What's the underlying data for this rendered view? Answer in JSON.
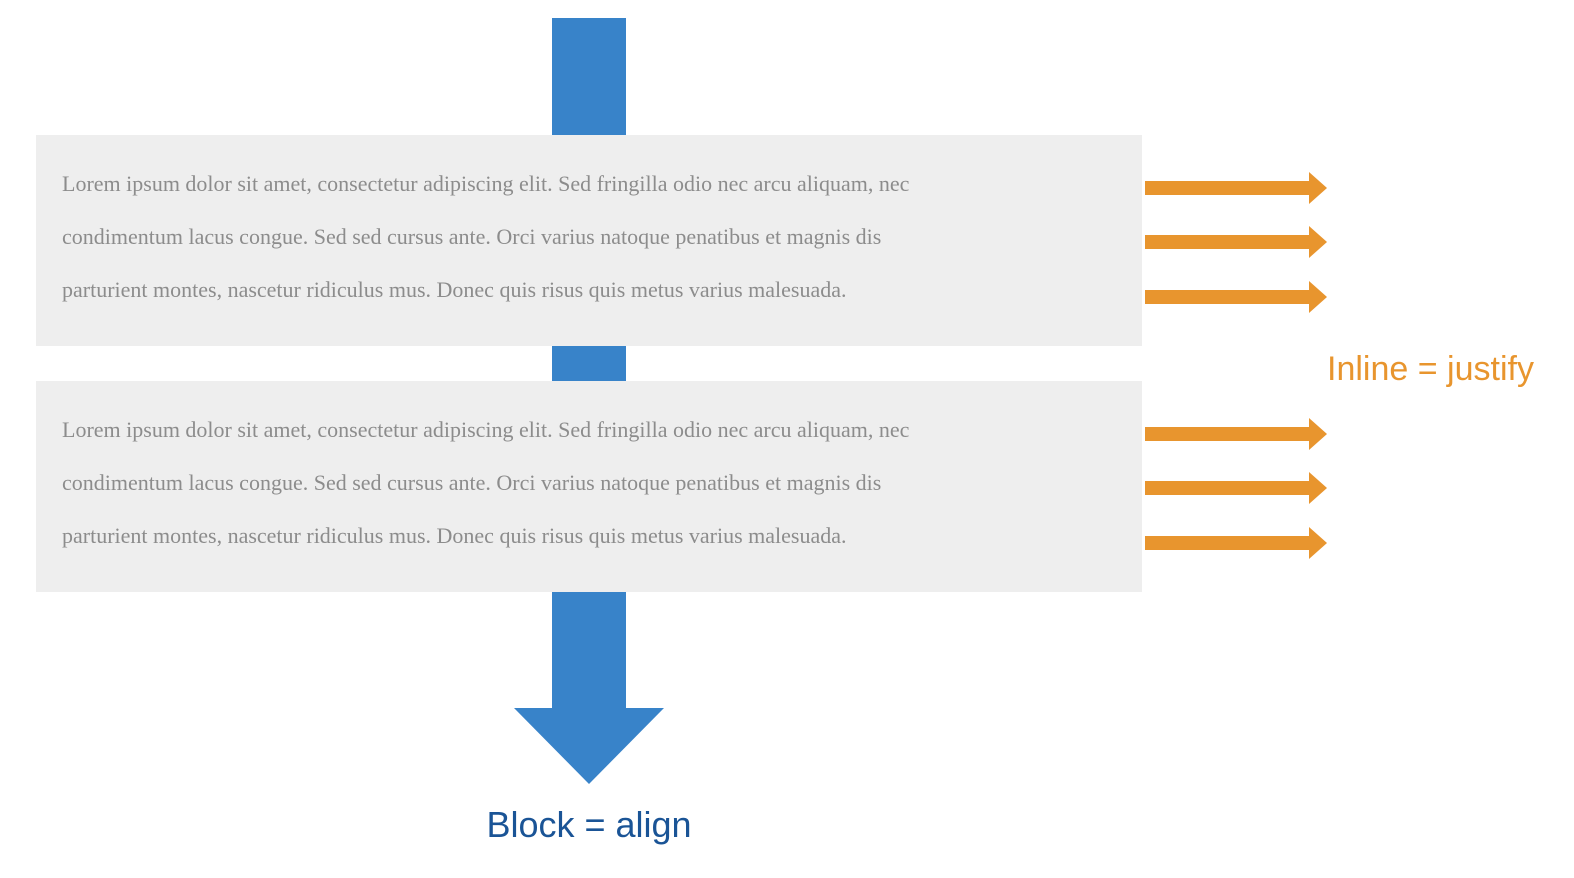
{
  "paragraphs": [
    {
      "lines": [
        "Lorem ipsum dolor sit amet, consectetur adipiscing elit. Sed fringilla odio nec arcu aliquam, nec",
        "condimentum lacus congue. Sed sed cursus ante. Orci varius natoque penatibus et magnis dis",
        "parturient montes, nascetur ridiculus mus. Donec quis risus quis metus varius malesuada."
      ]
    },
    {
      "lines": [
        "Lorem ipsum dolor sit amet, consectetur adipiscing elit. Sed fringilla odio nec arcu aliquam, nec",
        "condimentum lacus congue. Sed sed cursus ante. Orci varius natoque penatibus et magnis dis",
        "parturient montes, nascetur ridiculus mus. Donec quis risus quis metus varius malesuada."
      ]
    }
  ],
  "labels": {
    "inline": "Inline = justify",
    "block": "Block = align"
  },
  "colors": {
    "block_arrow": "#3883c9",
    "inline_arrow": "#e8952e",
    "box_background": "#eeeeee",
    "paragraph_text": "#8c8c8c",
    "block_label": "#1a5496"
  }
}
